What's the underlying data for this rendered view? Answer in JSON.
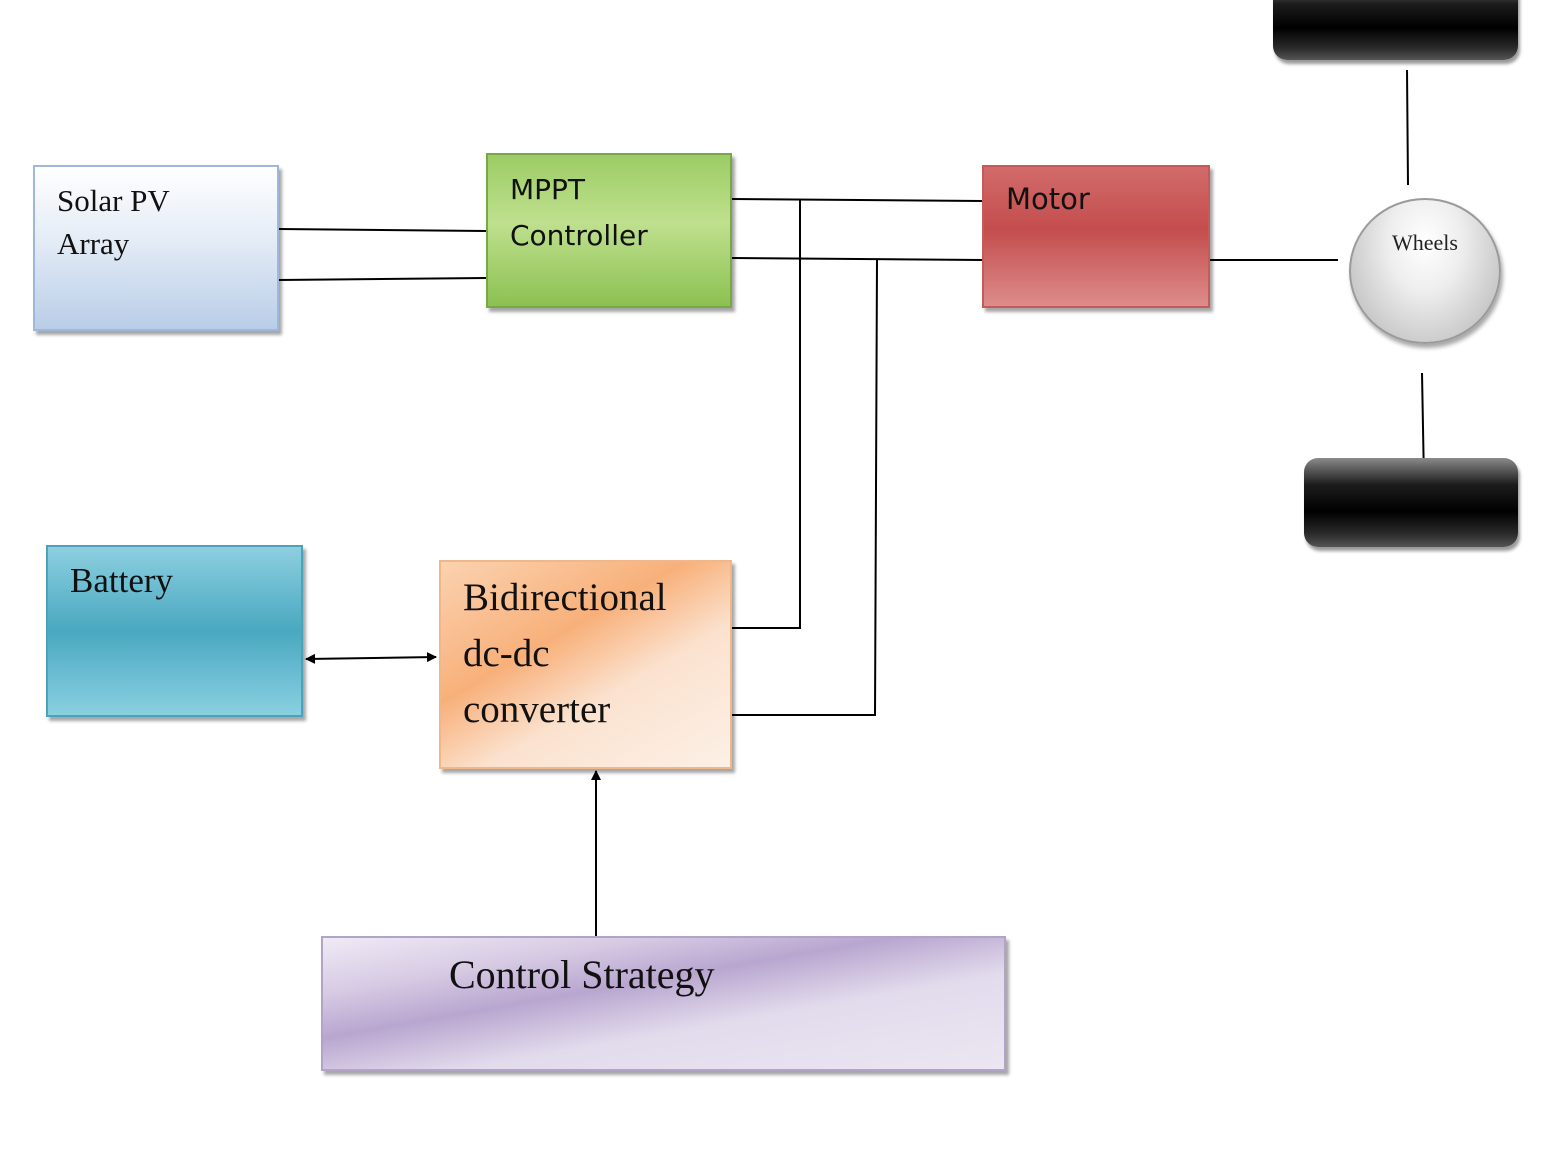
{
  "blocks": {
    "solar_pv_array": "Solar PV\nArray",
    "mppt_controller": "MPPT\nController",
    "motor": "Motor",
    "battery": "Battery",
    "converter": "Bidirectional\ndc-dc\nconverter",
    "control_strategy": "Control Strategy",
    "wheels": "Wheels"
  },
  "colors": {
    "solar": "#b9cde8",
    "mppt": "#9ccc65",
    "motor": "#c44d4d",
    "battery": "#49a8c0",
    "converter": "#f8b07a",
    "control": "#b9a6d0",
    "tire": "#000000",
    "wire": "#000000"
  }
}
